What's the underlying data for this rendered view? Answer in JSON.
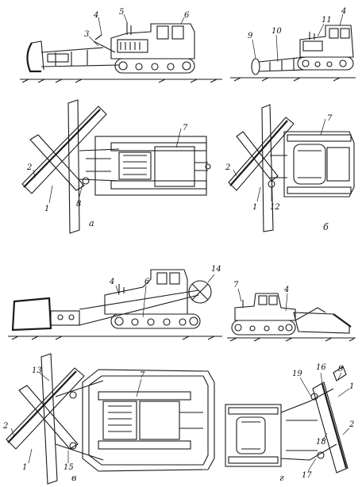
{
  "figure": {
    "panels": [
      {
        "id": "a",
        "caption": "а"
      },
      {
        "id": "b",
        "caption": "б"
      },
      {
        "id": "v",
        "caption": "в"
      },
      {
        "id": "g",
        "caption": "г"
      }
    ],
    "callouts": {
      "a_side": [
        "3",
        "4",
        "5",
        "6"
      ],
      "a_plan": [
        "7",
        "2",
        "1",
        "8"
      ],
      "b_side": [
        "9",
        "10",
        "11",
        "4"
      ],
      "b_plan": [
        "7",
        "2",
        "1",
        "12"
      ],
      "v_side": [
        "4",
        "6",
        "14"
      ],
      "v_plan": [
        "13",
        "7",
        "2",
        "1",
        "15"
      ],
      "g_side": [
        "7",
        "4"
      ],
      "g_plan": [
        "19",
        "16",
        "9",
        "1",
        "2",
        "18",
        "17"
      ]
    }
  }
}
